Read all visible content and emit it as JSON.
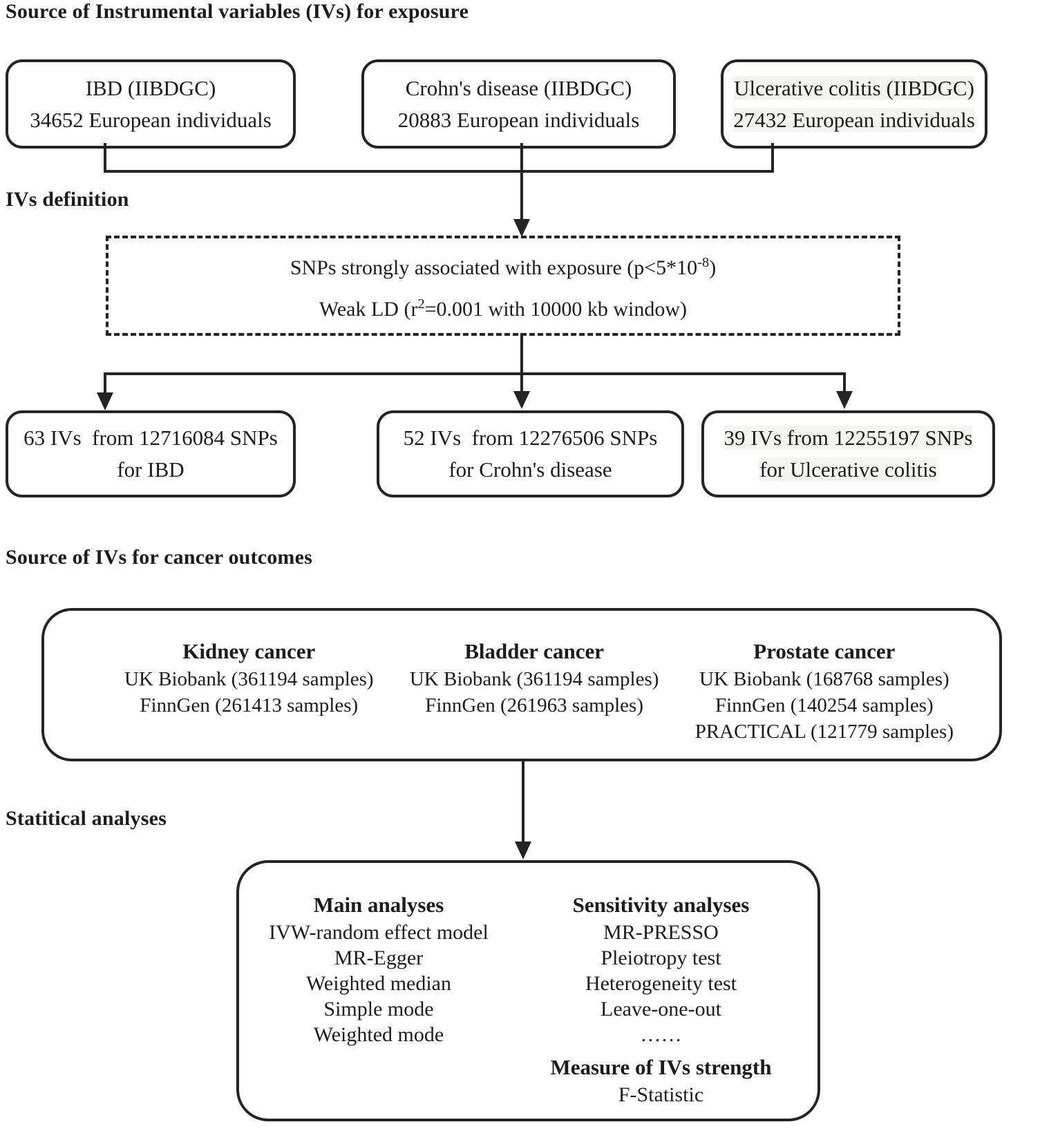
{
  "palette": {
    "ink": "#1f1f1f",
    "border": "#242424",
    "background": "#ffffff",
    "text_highlight": "#f4f4f1"
  },
  "headings": {
    "exposure": "Source of Instrumental variables (IVs) for exposure",
    "ivs_definition": "IVs definition",
    "outcomes": "Source of IVs for cancer outcomes",
    "analyses": "Statitical analyses"
  },
  "exposure_boxes": [
    {
      "line1": "IBD (IIBDGC)",
      "line2": "34652 European individuals"
    },
    {
      "line1": "Crohn's disease (IIBDGC)",
      "line2": "20883 European individuals"
    },
    {
      "line1": "Ulcerative colitis (IIBDGC)",
      "line2": "27432 European individuals"
    }
  ],
  "definition_box": {
    "line1_prefix": "SNPs strongly associated with exposure (p<5*10",
    "line1_sup": "-8",
    "line1_suffix": ")",
    "line2_prefix": "Weak LD (r",
    "line2_sup": "2",
    "line2_suffix": "=0.001 with 10000 kb window)"
  },
  "iv_result_boxes": [
    {
      "line1": "63 IVs  from 12716084 SNPs",
      "line2": "for IBD"
    },
    {
      "line1": "52 IVs  from 12276506 SNPs",
      "line2": "for Crohn's disease"
    },
    {
      "line1": "39 IVs from 12255197 SNPs",
      "line2": "for Ulcerative colitis"
    }
  ],
  "outcomes_box": {
    "columns": [
      {
        "title": "Kidney cancer",
        "lines": [
          "UK Biobank (361194 samples)",
          "FinnGen (261413 samples)"
        ]
      },
      {
        "title": "Bladder cancer",
        "lines": [
          "UK Biobank (361194 samples)",
          "FinnGen (261963 samples)"
        ]
      },
      {
        "title": "Prostate cancer",
        "lines": [
          "UK Biobank (168768 samples)",
          "FinnGen (140254 samples)",
          "PRACTICAL (121779 samples)"
        ]
      }
    ]
  },
  "analyses_box": {
    "main": {
      "title": "Main analyses",
      "items": [
        "IVW-random effect model",
        "MR-Egger",
        "Weighted median",
        "Simple mode",
        "Weighted mode"
      ]
    },
    "sensitivity": {
      "title": "Sensitivity analyses",
      "items": [
        "MR-PRESSO",
        "Pleiotropy test",
        "Heterogeneity test",
        "Leave-one-out",
        "……"
      ]
    },
    "strength": {
      "title": "Measure of IVs strength",
      "items": [
        "F-Statistic"
      ]
    }
  }
}
